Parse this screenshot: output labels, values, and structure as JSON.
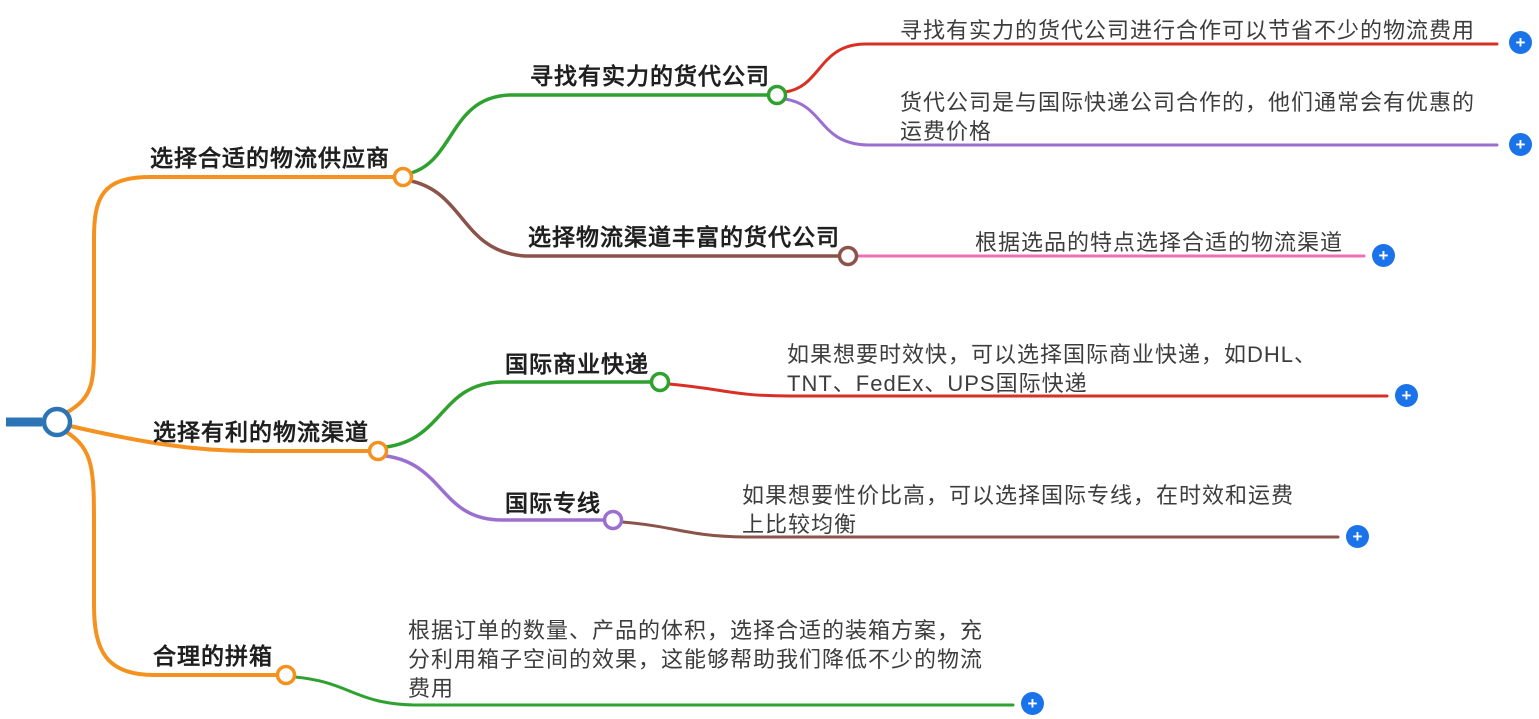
{
  "colors": {
    "orange": "#F5921F",
    "green": "#2EA12E",
    "red": "#D93025",
    "purple": "#9B6FD0",
    "brown": "#8B5349",
    "pink": "#F06EB7",
    "root_blue": "#2C74B6",
    "plus_blue": "#1A73E8"
  },
  "plus_button": {
    "glyph": "+"
  },
  "branches": [
    {
      "label": "选择合适的物流供应商",
      "children": [
        {
          "label": "寻找有实力的货代公司",
          "leaves": [
            {
              "text": "寻找有实力的货代公司进行合作可以节省不少的物流费用"
            },
            {
              "text": "货代公司是与国际快递公司合作的，他们通常会有优惠的运费价格"
            }
          ]
        },
        {
          "label": "选择物流渠道丰富的货代公司",
          "leaves": [
            {
              "text": "根据选品的特点选择合适的物流渠道"
            }
          ]
        }
      ]
    },
    {
      "label": "选择有利的物流渠道",
      "children": [
        {
          "label": "国际商业快递",
          "leaves": [
            {
              "text": "如果想要时效快，可以选择国际商业快递，如DHL、TNT、FedEx、UPS国际快递"
            }
          ]
        },
        {
          "label": "国际专线",
          "leaves": [
            {
              "text": "如果想要性价比高，可以选择国际专线，在时效和运费上比较均衡"
            }
          ]
        }
      ]
    },
    {
      "label": "合理的拼箱",
      "leaves": [
        {
          "text": "根据订单的数量、产品的体积，选择合适的装箱方案，充分利用箱子空间的效果，这能够帮助我们降低不少的物流费用"
        }
      ]
    }
  ]
}
